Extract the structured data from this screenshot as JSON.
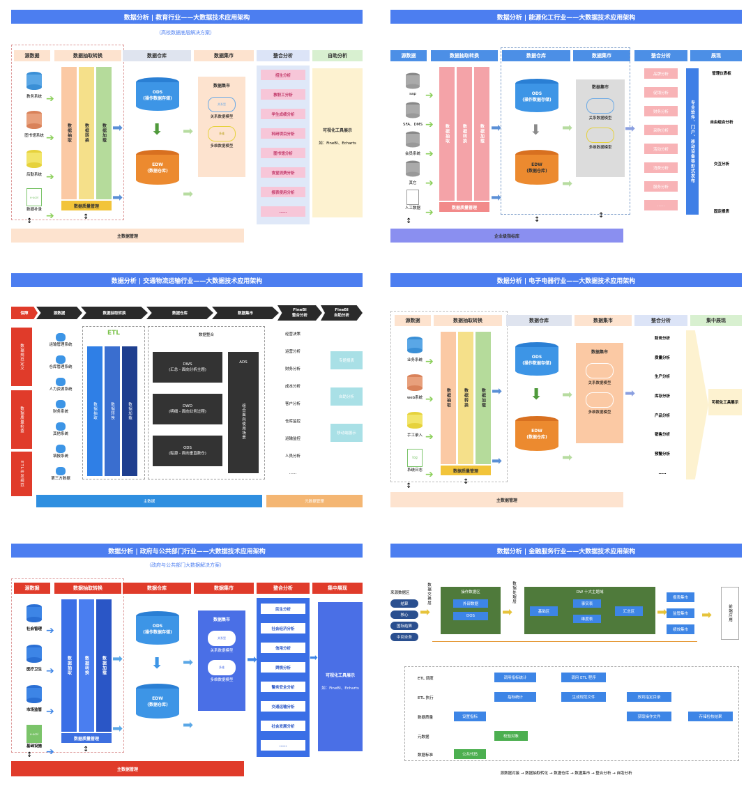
{
  "p1": {
    "title": "数据分析 | 教育行业——大数据技术应用架构",
    "subtitle": "（高校数据底层解决方案）",
    "heads": [
      "源数据",
      "数据抽取转换",
      "数据仓库",
      "数据集市",
      "整合分析",
      "自助分析"
    ],
    "sources": [
      "教务系统",
      "图书馆系统",
      "后勤系统",
      "数据补录"
    ],
    "excel": "e-xcel",
    "etl": [
      "数据抽取",
      "数据转换",
      "数据加载"
    ],
    "quality": "数据质量管理",
    "ods": "ODS\n(操作数据存储)",
    "edw": "EDW\n(数据仓库)",
    "mart_title": "数据集市",
    "mart_items": [
      "关系数据模型",
      "多维数据模型"
    ],
    "rel": "关系型",
    "multi": "多维",
    "analysis": [
      "招生分析",
      "教职工分析",
      "学生成绩分析",
      "科研项目分析",
      "图书馆分析",
      "食堂消费分析",
      "报表使用分析",
      "……"
    ],
    "tool": "可视化工具展示",
    "tool_sub": "如：FineBI、Echarts",
    "master": "主数据管理"
  },
  "p2": {
    "title": "数据分析 | 能源化工行业——大数据技术应用架构",
    "heads": [
      "源数据",
      "数据抽取转换",
      "数据仓库",
      "数据集市",
      "整合分析",
      "展现"
    ],
    "sources": [
      "sap",
      "SFA、DMS",
      "会员系统",
      "其它",
      "人工数据"
    ],
    "etl": [
      "数据抽取",
      "数据转换",
      "数据加载"
    ],
    "quality": "数据质量管理",
    "ods": "ODS\n(操作数据存储)",
    "edw": "EDW\n(数据仓库)",
    "mart_title": "数据集市",
    "mart_items": [
      "关系数据模型",
      "多维数据模型"
    ],
    "analysis": [
      "品牌分析",
      "促销分析",
      "财务分析",
      "采购分析",
      "活动分析",
      "消费分析",
      "服务分析",
      "……"
    ],
    "vertical": "专业软件、门户、移动设备等形式发布",
    "show": [
      "管理仪表板",
      "自由组合分析",
      "交互分析",
      "固定报表"
    ],
    "master": "企业级指标库"
  },
  "p3": {
    "title": "数据分析 | 交通物流运输行业——大数据技术应用架构",
    "heads": [
      "保障",
      "源数据",
      "数据抽取转换",
      "数据仓库",
      "数据集市",
      "FineBI\n整合分析",
      "FineBI\n自助分析"
    ],
    "left": [
      "数据规范定义",
      "数据质量检查",
      "ETL开发规范"
    ],
    "sources": [
      "运输管理系统",
      "仓库管理系统",
      "人力资源系统",
      "财务系统",
      "其他系统",
      "填报系统",
      "第三方数据"
    ],
    "etl_title": "ETL",
    "etl": [
      "数据抽取",
      "数据转换",
      "数据加载"
    ],
    "dw_title": "数据整合",
    "dws": "DWS\n(汇总 - 面向分析主题)",
    "dwd": "DWD\n(明细 - 面向业务过程)",
    "ods": "ODS\n(贴源 - 面向垂直数仓)",
    "ads": "ADS",
    "ads_sub": "组合面向使用场景",
    "analysis": [
      "经营决策",
      "运营分析",
      "财务分析",
      "成本分析",
      "客户分析",
      "仓库监控",
      "运输监控",
      "人员分析",
      "……"
    ],
    "bi": [
      "专题报表",
      "自助分析",
      "移动端展示"
    ],
    "master": "主数据",
    "bottom2": "元数据管理"
  },
  "p4": {
    "title": "数据分析 | 电子电器行业——大数据技术应用架构",
    "heads": [
      "源数据",
      "数据抽取转换",
      "数据仓库",
      "数据集市",
      "整合分析",
      "集中展现"
    ],
    "sources": [
      "业务系统",
      "web系统",
      "手工录入",
      "系统日志"
    ],
    "log": "log",
    "etl": [
      "数据抽取",
      "数据转换",
      "数据加载"
    ],
    "quality": "数据质量管理",
    "ods": "ODS\n(操作数据存储)",
    "edw": "EDW\n(数据仓库)",
    "mart_title": "数据集市",
    "mart_items": [
      "关系数据模型",
      "多维数据模型"
    ],
    "analysis": [
      "财务分析",
      "质量分析",
      "生产分析",
      "库存分析",
      "产品分析",
      "销售分析",
      "预警分析",
      "……"
    ],
    "tool": "可视化工具展示",
    "master": "主数据管理"
  },
  "p5": {
    "title": "数据分析 | 政府与公共部门行业——大数据技术应用架构",
    "subtitle": "（政府与公共部门大数据解决方案）",
    "heads": [
      "源数据",
      "数据抽取转换",
      "数据仓库",
      "数据集市",
      "整合分析",
      "集中展现"
    ],
    "sources": [
      "社会管理",
      "医疗卫生",
      "市场监管",
      "基础设施"
    ],
    "excel": "e-xcel",
    "etl": [
      "数据抽取",
      "数据转换",
      "数据加载"
    ],
    "quality": "数据质量管理",
    "ods": "ODS\n(操作数据存储)",
    "edw": "EDW\n(数据仓库)",
    "mart_title": "数据集市",
    "mart_items": [
      "关系数据模型",
      "多维数据模型"
    ],
    "rel": "关系型",
    "multi": "多维",
    "analysis": [
      "民生分析",
      "社会经济分析",
      "信用分析",
      "舆情分析",
      "警务安全分析",
      "交通运输分析",
      "社会发展分析",
      "……"
    ],
    "tool": "可视化工具展示",
    "tool_sub": "如：FineBI、Echarts",
    "master": "主数据管理"
  },
  "p6": {
    "title": "数据分析 | 金融服务行业——大数据技术应用架构",
    "src_title": "来源数据区",
    "sources": [
      "结算",
      "核心",
      "国际结算",
      "中间业务"
    ],
    "exchange": "数据交换层",
    "ops_title": "操作数据区",
    "ops": [
      "外部数据",
      "DOS"
    ],
    "process": "数据处理层",
    "dw_title": "DW 十大主题域",
    "base": "基础区",
    "fact": "事实表",
    "dim": "维度表",
    "sum": "汇总区",
    "marts": [
      "报表集市",
      "监管集市",
      "绩效集市"
    ],
    "front": "前端应用",
    "rows": [
      "ETL 调度",
      "ETL 执行",
      "数据质量",
      "元数据",
      "数据标准"
    ],
    "boxes": [
      "调用指标统计",
      "调用 ETL 程序",
      "指标统计",
      "生成规范文件",
      "放到指定目录",
      "设置指标",
      "获取操作文件",
      "存储检核结果",
      "校验对象",
      "公共代码"
    ],
    "caption": "源数据对接 → 数据抽取转化 → 数据仓库 → 数据集市 → 整合分析 → 自助分析"
  }
}
